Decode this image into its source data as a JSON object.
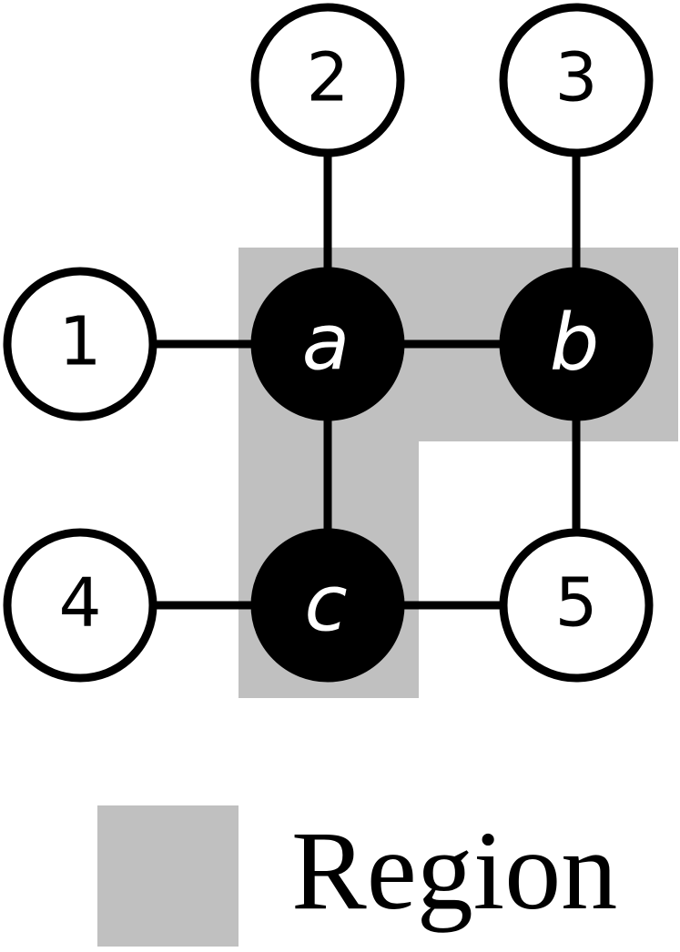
{
  "colors": {
    "region_fill": "#c0c0c0",
    "black_node_fill": "#000000",
    "white_node_fill": "#ffffff",
    "edge": "#000000"
  },
  "nodes": {
    "n1": "1",
    "n2": "2",
    "n3": "3",
    "n4": "4",
    "n5": "5",
    "a": "a",
    "b": "b",
    "c": "c"
  },
  "edges": [
    [
      "1",
      "a"
    ],
    [
      "2",
      "a"
    ],
    [
      "3",
      "b"
    ],
    [
      "a",
      "b"
    ],
    [
      "a",
      "c"
    ],
    [
      "b",
      "5"
    ],
    [
      "4",
      "c"
    ],
    [
      "c",
      "5"
    ]
  ],
  "region_members": [
    "a",
    "b",
    "c"
  ],
  "legend": {
    "label": "Region"
  }
}
